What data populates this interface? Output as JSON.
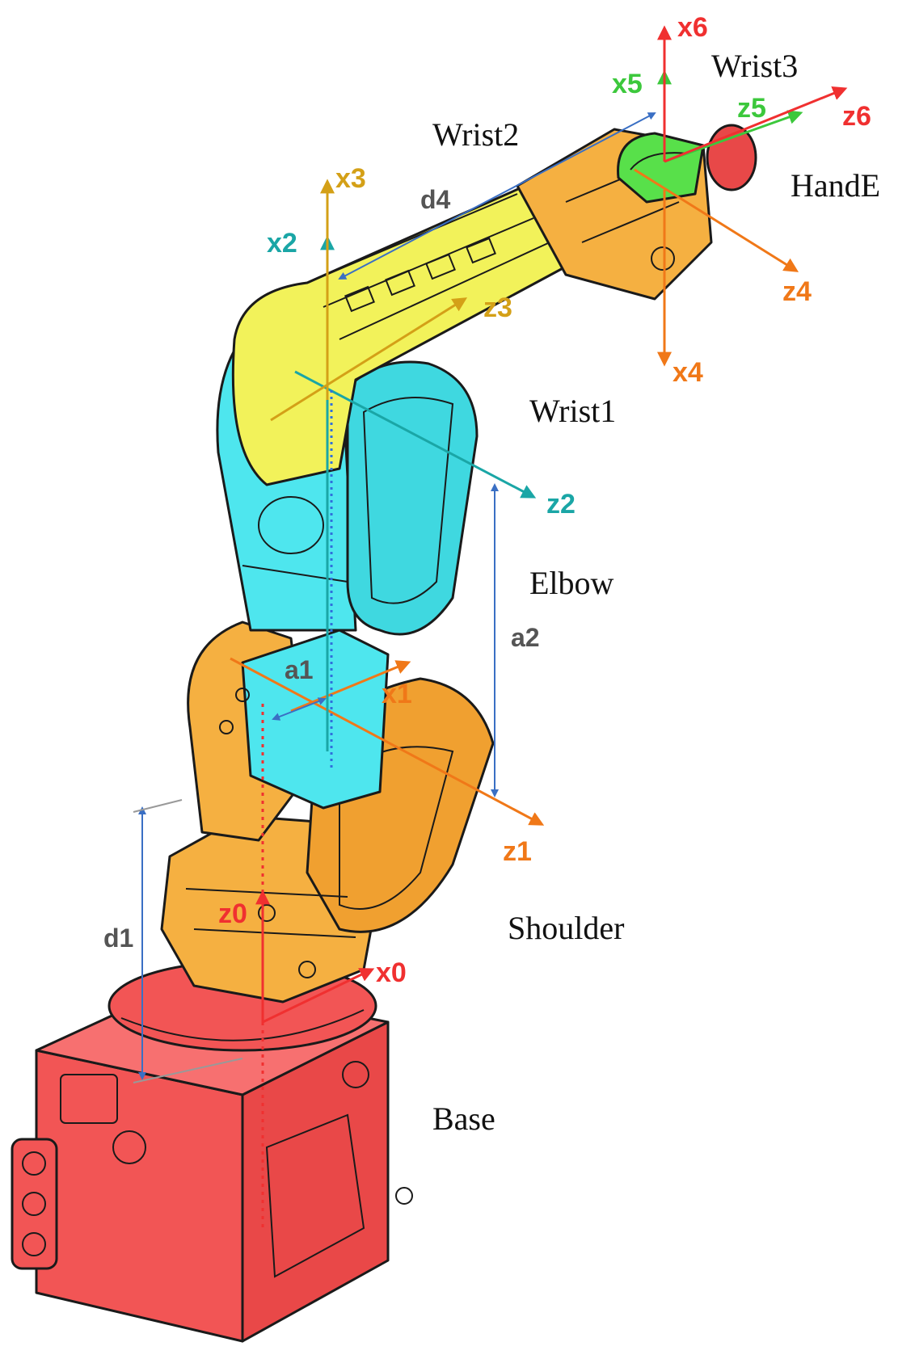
{
  "labels": {
    "wrist3": "Wrist3",
    "wrist2": "Wrist2",
    "hande": "HandE",
    "wrist1": "Wrist1",
    "elbow": "Elbow",
    "shoulder": "Shoulder",
    "base": "Base"
  },
  "axes": {
    "x6": "x6",
    "x5": "x5",
    "z5": "z5",
    "z6": "z6",
    "x3": "x3",
    "x2": "x2",
    "z3": "z3",
    "z4": "z4",
    "x4": "x4",
    "z2": "z2",
    "x1": "x1",
    "z1": "z1",
    "z0": "z0",
    "x0": "x0"
  },
  "dimensions": {
    "d4": "d4",
    "a2": "a2",
    "a1": "a1",
    "d1": "d1"
  },
  "colors": {
    "base": "#f25555",
    "shoulder": "#f5b041",
    "elbow": "#4ee6ee",
    "forearm": "#f2f25a",
    "wrist": "#f5b041",
    "wrist3": "#58e04a",
    "hand": "#e84848",
    "axis_red": "#f03030",
    "axis_orange": "#f07818",
    "axis_teal": "#1aa6a6",
    "axis_gold": "#d4a017",
    "axis_green": "#3cc83c",
    "dim_blue": "#3a6fc4"
  }
}
